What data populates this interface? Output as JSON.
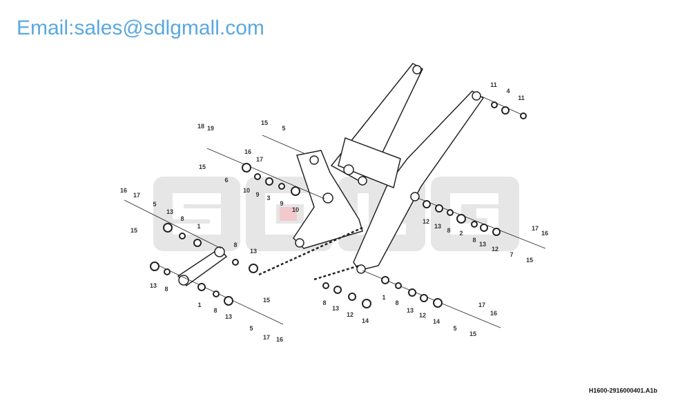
{
  "watermark_logo": [
    "S",
    "D",
    "L",
    "G"
  ],
  "watermark_email": "Email:sales@sdlgmall.com",
  "part_number": "H1600-2916000401.A1b",
  "callouts": [
    "18",
    "19",
    "15",
    "5",
    "16",
    "17",
    "15",
    "6",
    "10",
    "9",
    "3",
    "9",
    "10",
    "16",
    "17",
    "5",
    "13",
    "8",
    "1",
    "15",
    "8",
    "13",
    "13",
    "8",
    "1",
    "8",
    "13",
    "15",
    "5",
    "17",
    "16",
    "11",
    "4",
    "11",
    "12",
    "13",
    "8",
    "2",
    "8",
    "13",
    "12",
    "7",
    "15",
    "17",
    "16",
    "8",
    "13",
    "12",
    "14",
    "1",
    "8",
    "13",
    "12",
    "14",
    "5",
    "15",
    "17",
    "16"
  ],
  "colors": {
    "line": "#222222",
    "watermark_grey": "#e6e6e6",
    "email_blue": "#5aa8e0"
  }
}
